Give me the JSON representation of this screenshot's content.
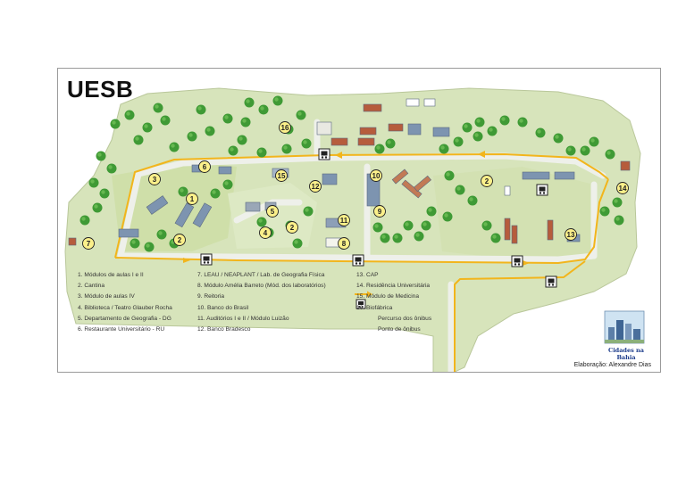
{
  "title": "UESB",
  "legend": {
    "col1": [
      "1. Módulos de aulas I e II",
      "2. Cantina",
      "3. Módulo de aulas IV",
      "4. Biblioteca / Teatro Glauber Rocha",
      "5. Departamento de Geografia - DG",
      "6. Restaurante Universitário - RU"
    ],
    "col2": [
      "7. LEAU / NEAPLANT / Lab. de Geografia Física",
      "8. Módulo Amélia Barreto (Mód. dos laboratórios)",
      "9. Reitoria",
      "10. Banco do Brasil",
      "11. Auditórios I e II / Módulo Luizão",
      "12. Banco Bradesco"
    ],
    "col3": [
      "13. CAP",
      "14. Residência Universitária",
      "15. Módulo de Medicina",
      "16. Biofábrica"
    ],
    "route_label": "Percurso dos ônibus",
    "bus_stop_label": "Ponto de ônibus"
  },
  "credit": "Elaboração: Alexandre Dias",
  "logo_text": "Cidades na Bahia",
  "markers": [
    "1",
    "2",
    "2",
    "2",
    "3",
    "4",
    "5",
    "6",
    "7",
    "8",
    "9",
    "10",
    "11",
    "12",
    "13",
    "14",
    "15",
    "16"
  ],
  "colors": {
    "campus_green": "#d7e4bb",
    "route": "#f2b51c",
    "road": "#eef0ea",
    "marker_fill": "#fbf08a",
    "roof_blue": "#7d94b0",
    "roof_red": "#b65c3c",
    "tree": "#3f9a35"
  }
}
